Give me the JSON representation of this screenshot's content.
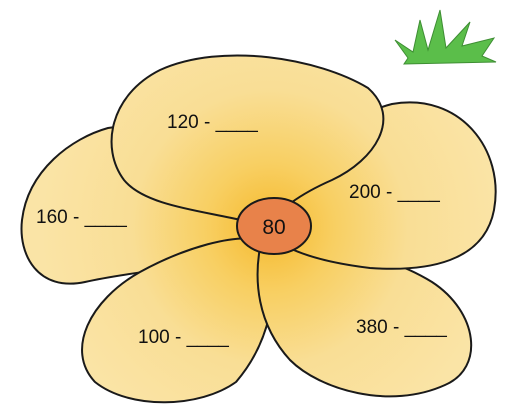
{
  "flower": {
    "center": {
      "value": "80",
      "color": "#E8824A"
    },
    "petal_color": "#F6D98A",
    "petal_highlight": "#F9C743",
    "outline_color": "#1a1a1a",
    "petals": [
      {
        "id": "top",
        "text": "120 - ____"
      },
      {
        "id": "left",
        "text": "160 - ____"
      },
      {
        "id": "right",
        "text": "200 - ____"
      },
      {
        "id": "bottom-left",
        "text": "100 - ____"
      },
      {
        "id": "bottom-right",
        "text": "380 - ____"
      }
    ]
  },
  "decoration": {
    "grass_color": "#5BBE4A"
  }
}
